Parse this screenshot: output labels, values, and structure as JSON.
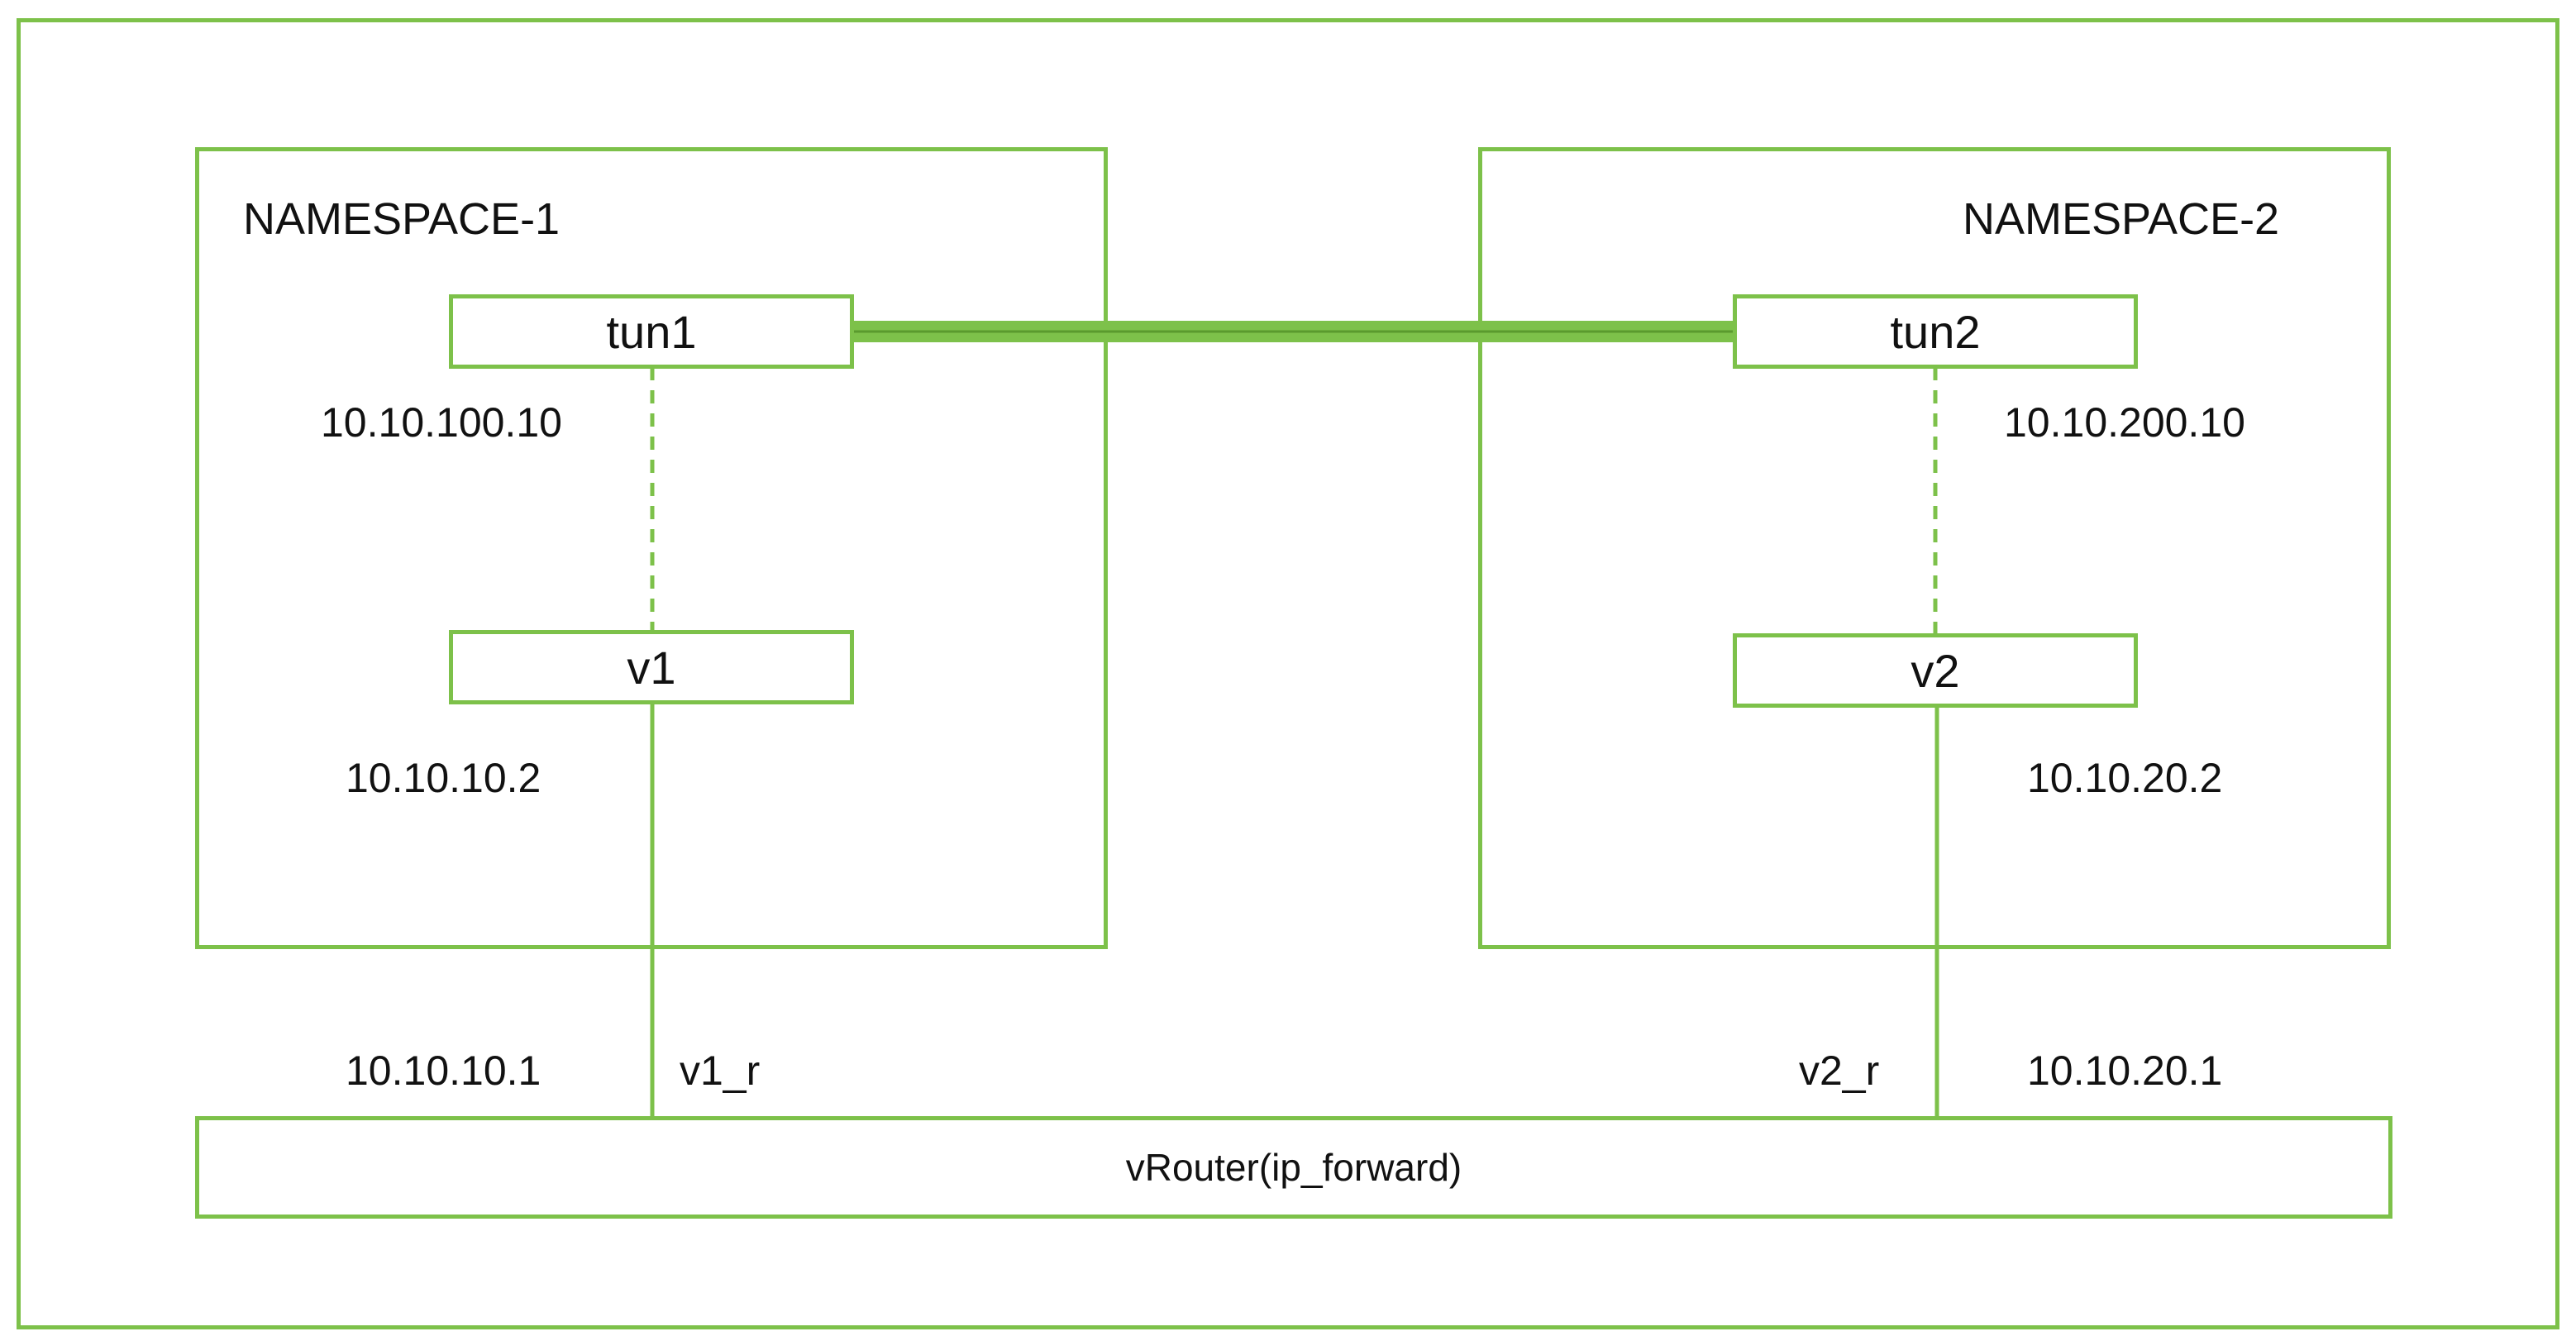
{
  "colors": {
    "accent": "#7dc14a",
    "text": "#111111",
    "background": "#ffffff"
  },
  "namespaces": [
    {
      "title": "NAMESPACE-1",
      "tunnel": {
        "name": "tun1",
        "ip": "10.10.100.10"
      },
      "veth": {
        "name": "v1",
        "ip": "10.10.10.2"
      },
      "router_side": {
        "name": "v1_r",
        "ip": "10.10.10.1"
      }
    },
    {
      "title": "NAMESPACE-2",
      "tunnel": {
        "name": "tun2",
        "ip": "10.10.200.10"
      },
      "veth": {
        "name": "v2",
        "ip": "10.10.20.2"
      },
      "router_side": {
        "name": "v2_r",
        "ip": "10.10.20.1"
      }
    }
  ],
  "router": {
    "label": "vRouter(ip_forward)"
  }
}
